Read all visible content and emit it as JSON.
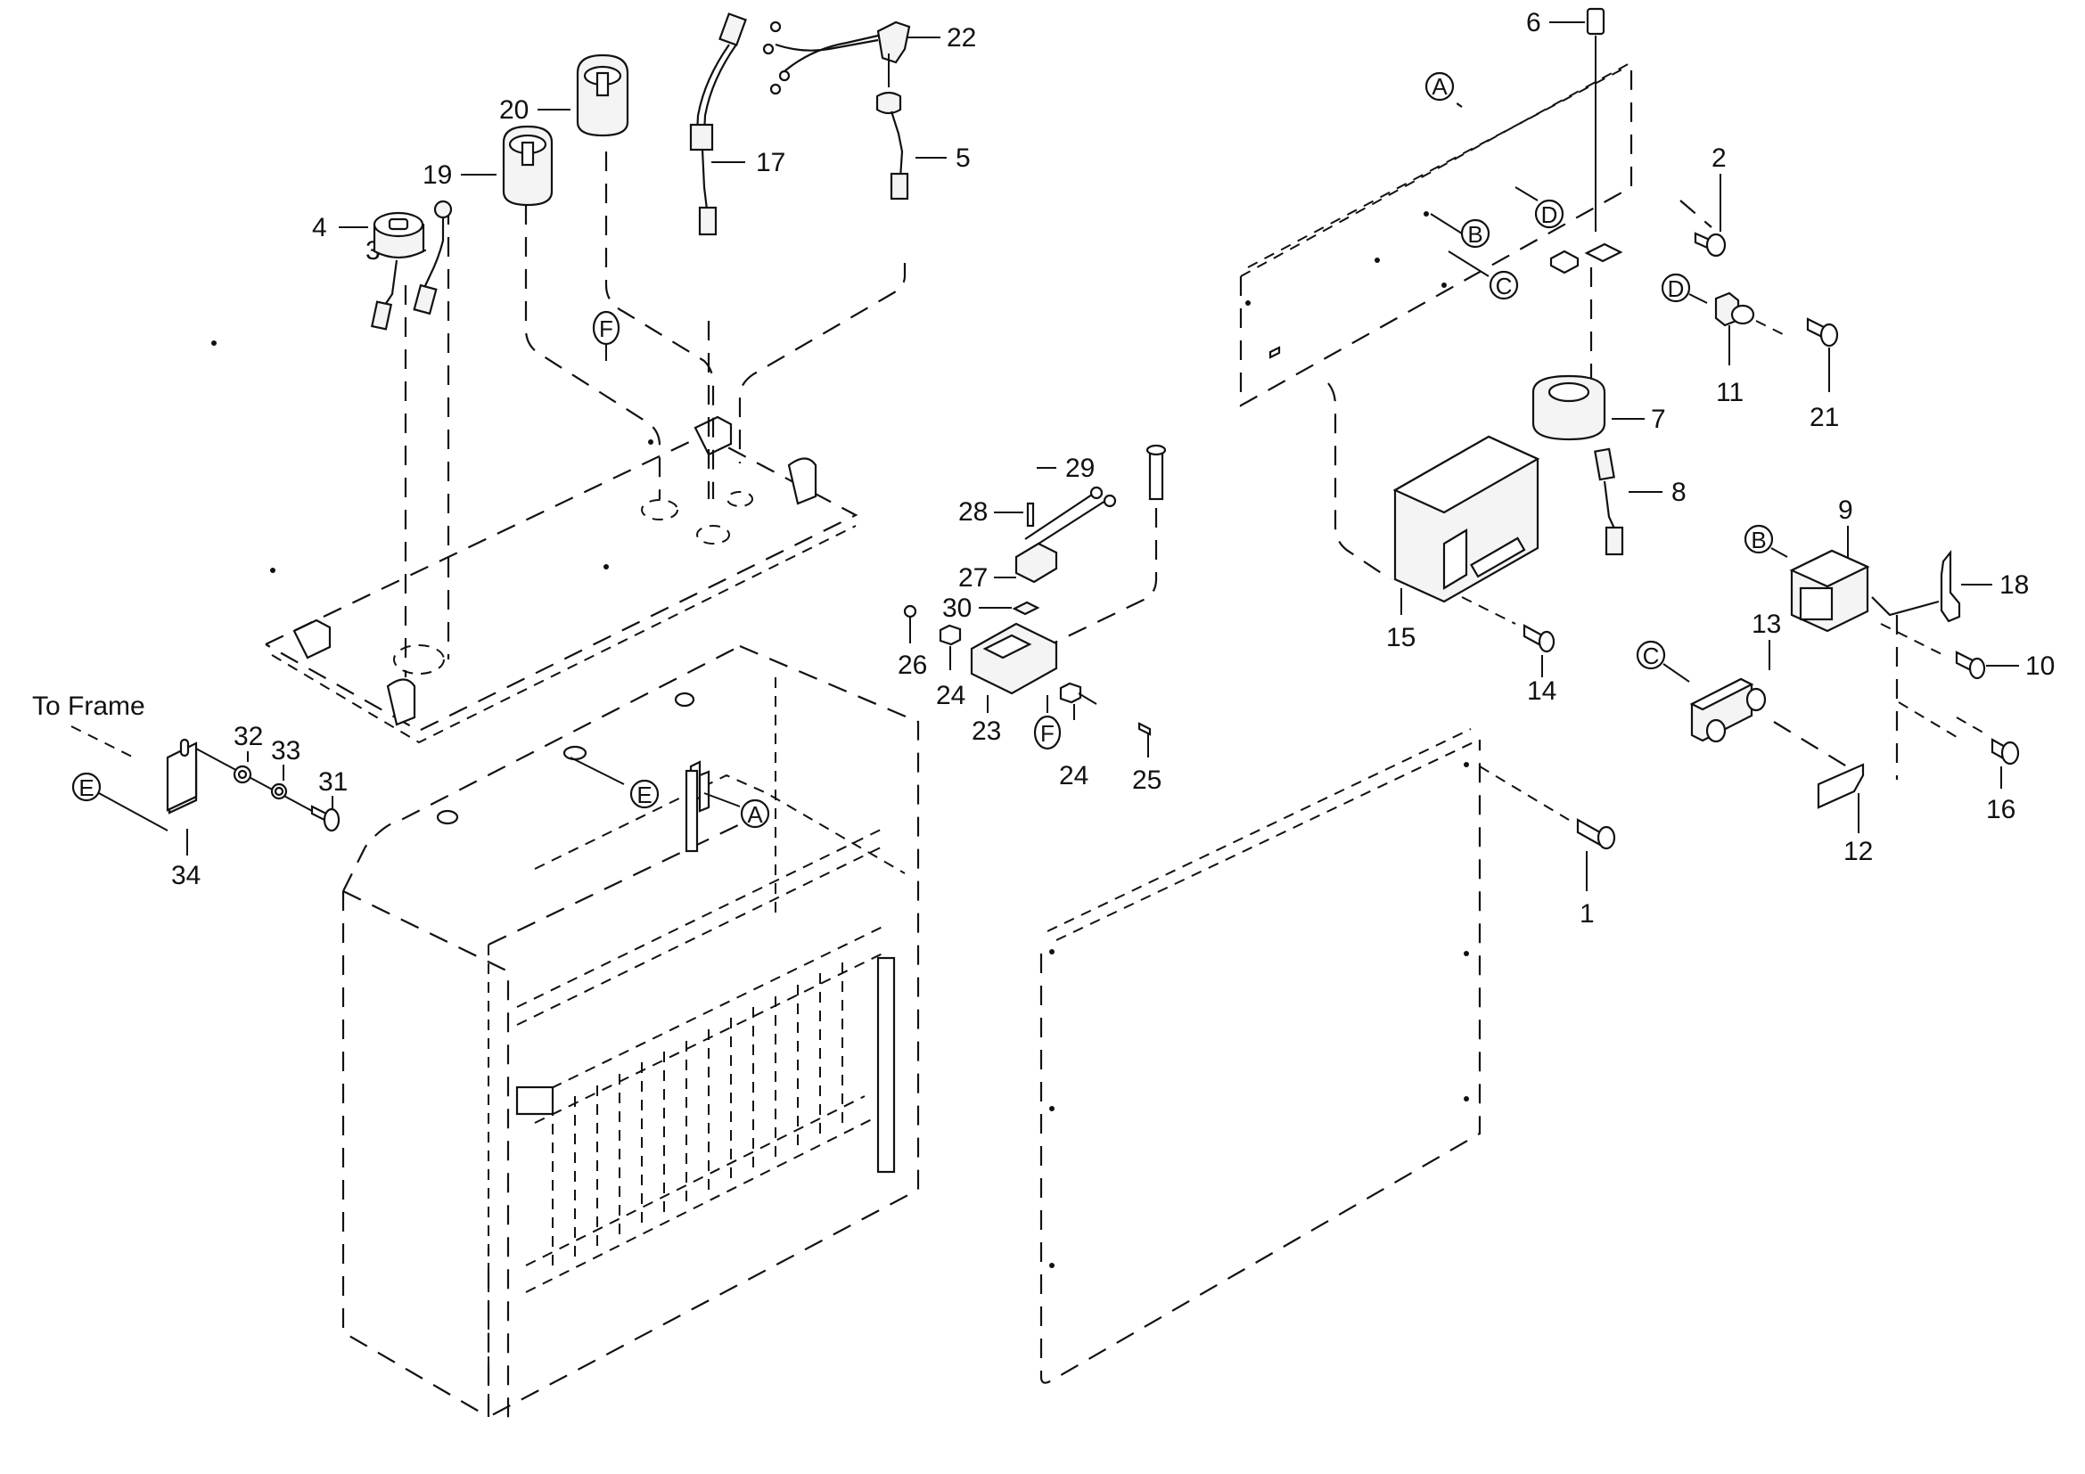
{
  "title": "Exploded parts diagram",
  "ink_color": "#111111",
  "background_color": "#ffffff",
  "text_labels": {
    "to_frame": "To Frame"
  },
  "part_numbers": [
    "1",
    "2",
    "3",
    "4",
    "5",
    "6",
    "7",
    "8",
    "9",
    "10",
    "11",
    "12",
    "13",
    "14",
    "15",
    "16",
    "17",
    "18",
    "19",
    "20",
    "21",
    "22",
    "23",
    "24",
    "24",
    "25",
    "26",
    "27",
    "28",
    "29",
    "30",
    "31",
    "32",
    "33",
    "34"
  ],
  "parts": {
    "p1": "1",
    "p2": "2",
    "p3": "3",
    "p4": "4",
    "p5": "5",
    "p6": "6",
    "p7": "7",
    "p8": "8",
    "p9": "9",
    "p10": "10",
    "p11": "11",
    "p12": "12",
    "p13": "13",
    "p14": "14",
    "p15": "15",
    "p16": "16",
    "p17": "17",
    "p18": "18",
    "p19": "19",
    "p20": "20",
    "p21": "21",
    "p22": "22",
    "p23": "23",
    "p24a": "24",
    "p24b": "24",
    "p25": "25",
    "p26": "26",
    "p27": "27",
    "p28": "28",
    "p29": "29",
    "p30": "30",
    "p31": "31",
    "p32": "32",
    "p33": "33",
    "p34": "34"
  },
  "callouts": {
    "A_top": "A",
    "A_box": "A",
    "B_panel": "B",
    "B_relay": "B",
    "C_panel": "C",
    "C_switch": "C",
    "D_panel": "D",
    "D_part": "D",
    "E_bracket": "E",
    "E_box": "E",
    "F_plate": "F",
    "F_block": "F"
  }
}
